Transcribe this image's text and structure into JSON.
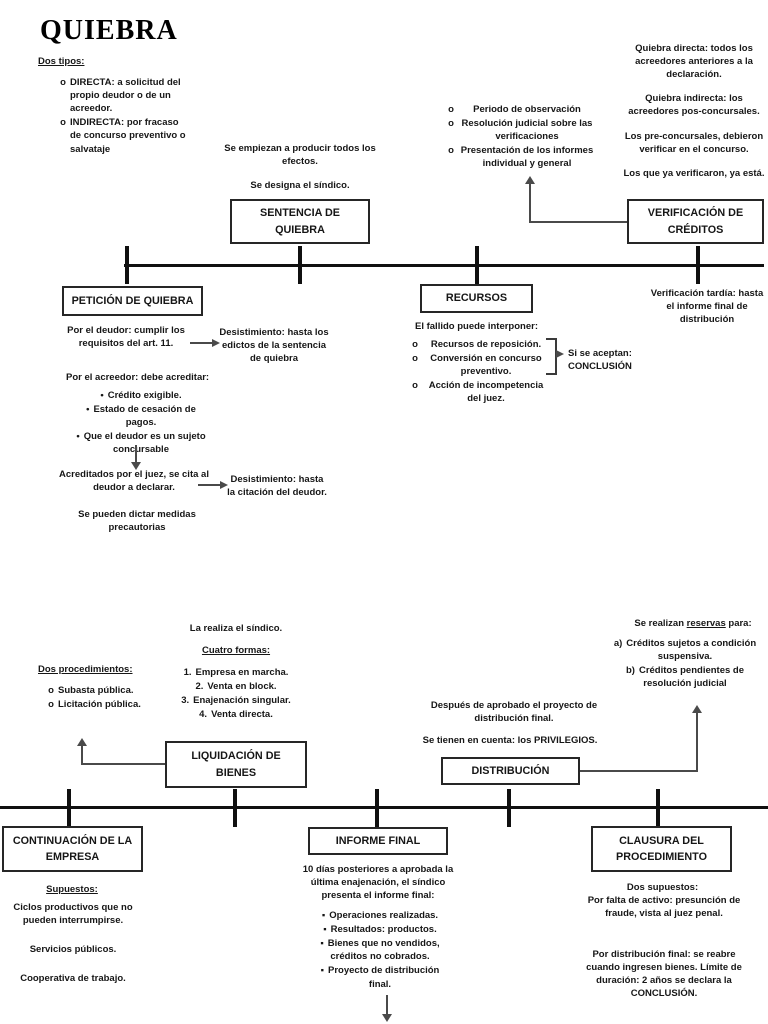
{
  "title": "QUIEBRA",
  "markers": {
    "circle": "o",
    "dot": "•",
    "square": "▪"
  },
  "tipos": {
    "header": "Dos tipos:",
    "items": [
      "DIRECTA: a solicitud del propio deudor o de un acreedor.",
      "INDIRECTA: por fracaso de concurso preventivo o salvataje"
    ]
  },
  "sentencia": {
    "efectos": "Se empiezan a producir todos los efectos.",
    "sindico": "Se designa el síndico.",
    "box": "SENTENCIA DE QUIEBRA"
  },
  "verificacion": {
    "items": [
      "Periodo de observación",
      "Resolución judicial sobre las verificaciones",
      "Presentación de los informes individual y general"
    ],
    "box": "VERIFICACIÓN DE CRÉDITOS",
    "notas": [
      "Quiebra directa: todos los acreedores anteriores a la declaración.",
      "Quiebra indirecta: los acreedores pos-concursales.",
      "Los pre-concursales, debieron verificar en el concurso.",
      "Los que ya verificaron, ya está."
    ],
    "tardia": "Verificación tardía: hasta el informe final de distribución"
  },
  "peticion": {
    "box": "PETICIÓN DE QUIEBRA",
    "deudor": "Por el deudor: cumplir los requisitos del art. 11.",
    "desistimiento_edictos": "Desistimiento: hasta los edictos de la sentencia de quiebra",
    "acreedor": "Por el acreedor: debe acreditar:",
    "items": [
      "Crédito exigible.",
      "Estado de cesación de pagos.",
      "Que el deudor es un sujeto concursable"
    ],
    "acreditados": "Acreditados por el juez, se cita al deudor a declarar.",
    "desistimiento_citacion": "Desistimiento: hasta la citación del deudor.",
    "medidas": "Se pueden dictar medidas precautorias"
  },
  "recursos": {
    "box": "RECURSOS",
    "intro": "El fallido puede interponer:",
    "items": [
      "Recursos de reposición.",
      "Conversión en concurso preventivo.",
      "Acción de incompetencia del juez."
    ],
    "aceptan_linea1": "Si se aceptan:",
    "aceptan_linea2": "CONCLUSIÓN"
  },
  "liquidacion": {
    "realiza": "La realiza el síndico.",
    "formas_header": "Cuatro formas:",
    "formas_markers": [
      "1.",
      "2.",
      "3.",
      "4."
    ],
    "formas": [
      "Empresa en marcha.",
      "Venta en block.",
      "Enajenación singular.",
      "Venta directa."
    ],
    "procedimientos_header": "Dos procedimientos:",
    "procedimientos": [
      "Subasta pública.",
      "Licitación pública."
    ],
    "box": "LIQUIDACIÓN DE BIENES"
  },
  "distribucion": {
    "despues": "Después de aprobado el proyecto de distribución final.",
    "cuenta": "Se tienen en cuenta: los PRIVILEGIOS.",
    "box": "DISTRIBUCIÓN",
    "reservas_pre": "Se realizan ",
    "reservas_sub": "reservas",
    "reservas_post": " para:",
    "reservas_markers": [
      "a)",
      "b)"
    ],
    "reservas": [
      "Créditos sujetos a condición suspensiva.",
      "Créditos pendientes de resolución judicial"
    ]
  },
  "continuacion": {
    "box": "CONTINUACIÓN DE LA EMPRESA",
    "header": "Supuestos:",
    "items": [
      "Ciclos productivos que no pueden interrumpirse.",
      "Servicios públicos.",
      "Cooperativa de trabajo."
    ]
  },
  "informe": {
    "box": "INFORME FINAL",
    "intro": "10 días posteriores a aprobada la última enajenación, el síndico presenta el informe final:",
    "items": [
      "Operaciones realizadas.",
      "Resultados: productos.",
      "Bienes que no vendidos, créditos no cobrados.",
      "Proyecto de distribución final."
    ]
  },
  "clausura": {
    "box": "CLAUSURA DEL PROCEDIMIENTO",
    "supuestos": "Dos supuestos:",
    "falta_activo": "Por falta de activo: presunción de fraude, vista al juez penal.",
    "distribucion_final": "Por distribución final: se reabre cuando ingresen bienes. Límite de duración: 2 años se declara la CONCLUSIÓN."
  }
}
